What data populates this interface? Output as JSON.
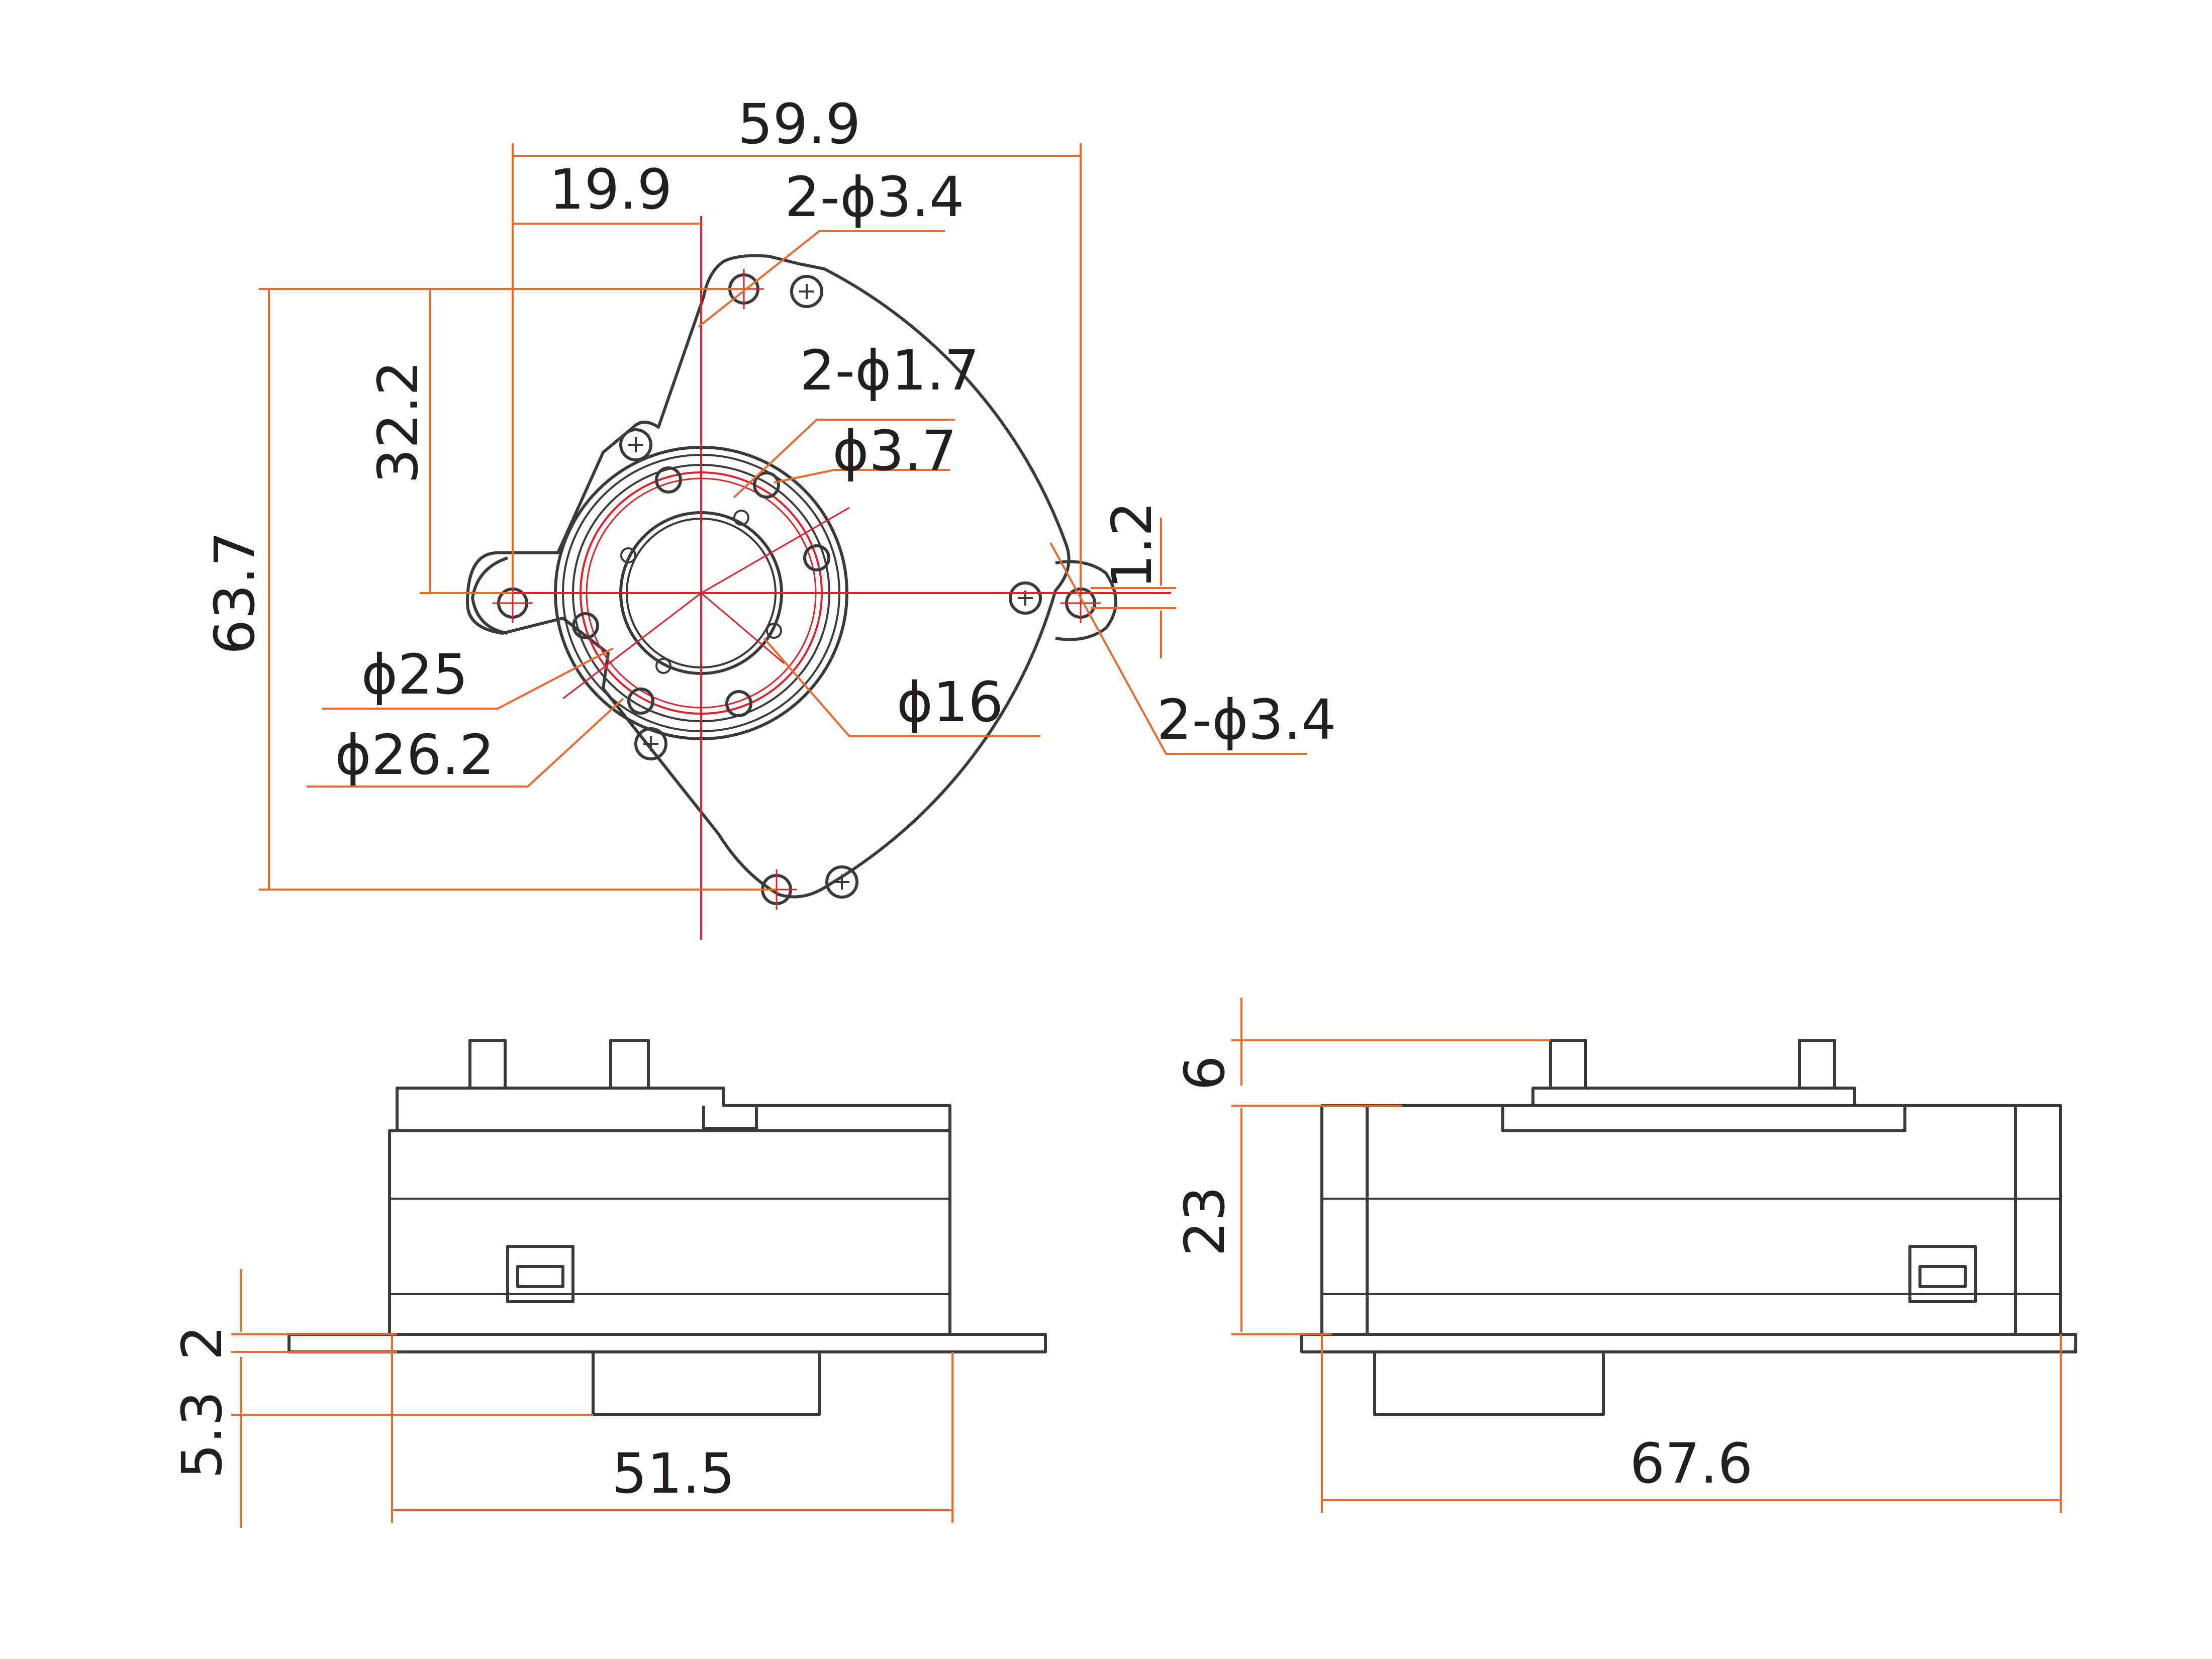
{
  "colors": {
    "outline": "#3a3a3a",
    "dimension": "#e86a2c",
    "centerline": "#e0202a",
    "text": "#231f20",
    "background": "#ffffff"
  },
  "top_view": {
    "dim_width": "59.9",
    "dim_offset": "19.9",
    "dim_height": "63.7",
    "dim_center_offset": "32.2",
    "dim_slot": "1.2",
    "mount_holes_top": "2-ϕ3.4",
    "mount_holes_side": "2-ϕ3.4",
    "pin_holes": "2-ϕ1.7",
    "center_bore": "ϕ3.7",
    "inner_diameter": "ϕ16",
    "pcd_25": "ϕ25",
    "pcd_26": "ϕ26.2"
  },
  "side_view_left": {
    "dim_flange": "2",
    "dim_protrusion": "5.3",
    "dim_width": "51.5"
  },
  "side_view_right": {
    "dim_pin_height": "6",
    "dim_body_height": "23",
    "dim_width": "67.6"
  }
}
